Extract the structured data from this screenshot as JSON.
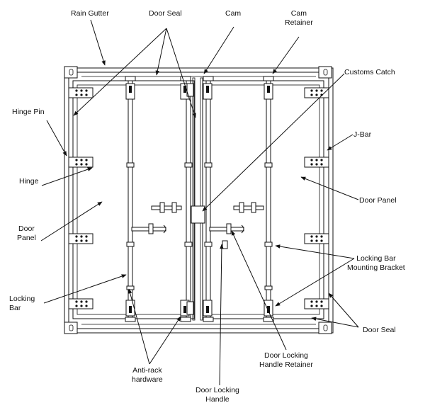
{
  "labels": {
    "rain_gutter": "Rain Gutter",
    "door_seal_top": "Door Seal",
    "cam": "Cam",
    "cam_retainer_1": "Cam",
    "cam_retainer_2": "Retainer",
    "customs_catch": "Customs Catch",
    "hinge_pin": "Hinge Pin",
    "j_bar": "J-Bar",
    "hinge": "Hinge",
    "door_panel_right": "Door Panel",
    "door_panel_left_1": "Door",
    "door_panel_left_2": "Panel",
    "locking_bar_mount_1": "Locking Bar",
    "locking_bar_mount_2": "Mounting Bracket",
    "locking_bar_1": "Locking",
    "locking_bar_2": "Bar",
    "door_seal_bottom": "Door Seal",
    "door_locking_handle_retainer_1": "Door Locking",
    "door_locking_handle_retainer_2": "Handle Retainer",
    "anti_rack_1": "Anti-rack",
    "anti_rack_2": "hardware",
    "door_locking_handle_1": "Door Locking",
    "door_locking_handle_2": "Handle"
  }
}
